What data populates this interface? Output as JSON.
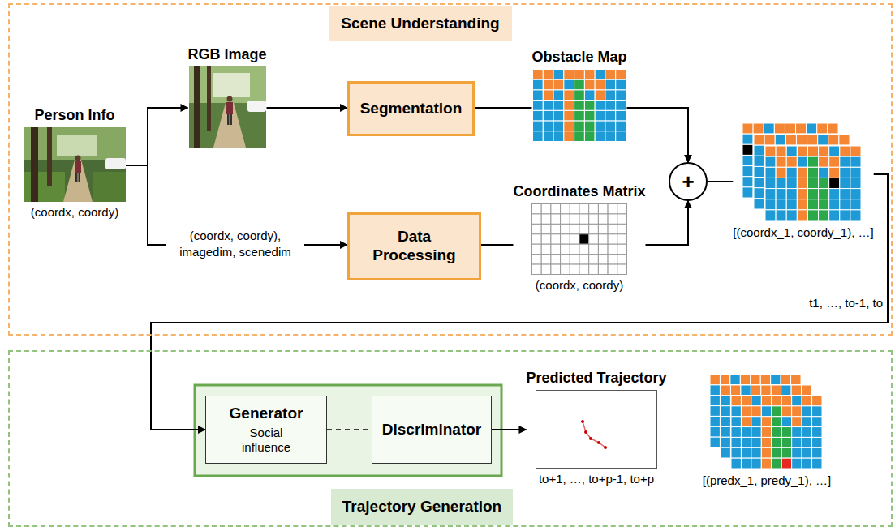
{
  "diagram": {
    "nodes": [
      {
        "text": [
          "Scene Understanding"
        ]
      },
      {
        "text": [
          "Person Info",
          "(coordx, coordy)"
        ],
        "in": 0
      },
      {
        "text": [
          "RGB Image"
        ],
        "in": 0
      },
      {
        "text": [
          "Segmentation"
        ],
        "in": 0
      },
      {
        "text": [
          "Obstacle Map"
        ],
        "in": 0
      },
      {
        "text": [
          "Data Processing"
        ],
        "in": 0
      },
      {
        "text": [
          "Coordinates Matrix",
          "(coordx, coordy)"
        ],
        "in": 0
      },
      {
        "text": [
          "+"
        ],
        "in": 0
      },
      {
        "text": [
          "[(coordx_1, coordy_1), …]"
        ],
        "in": 0
      },
      {
        "text": [
          "Trajectory Generation"
        ]
      },
      {
        "text": [
          "Generator",
          "Social influence"
        ],
        "in": 9
      },
      {
        "text": [
          "Discriminator"
        ],
        "in": 9
      },
      {
        "text": [
          "Predicted Trajectory",
          "to+1, …, to+p-1, to+p"
        ],
        "in": 9
      },
      {
        "text": [
          "[(predx_1, predy_1), …]"
        ],
        "in": 9
      }
    ],
    "edges": [
      {
        "from": 1,
        "to": 2,
        "arrow": "to"
      },
      {
        "from": 2,
        "to": 3,
        "arrow": "to"
      },
      {
        "from": 3,
        "to": 4,
        "arrow": "none"
      },
      {
        "from": 4,
        "to": 7,
        "arrow": "to"
      },
      {
        "from": 1,
        "to": 5,
        "label": "(coordx, coordy), imagedim, scenedim",
        "arrow": "to"
      },
      {
        "from": 5,
        "to": 6,
        "arrow": "none"
      },
      {
        "from": 6,
        "to": 7,
        "arrow": "to"
      },
      {
        "from": 7,
        "to": 8,
        "arrow": "none"
      },
      {
        "from": 8,
        "to": 10,
        "label": "t1, …, to-1, to",
        "arrow": "to"
      },
      {
        "from": 10,
        "to": 11,
        "arrow": "none"
      },
      {
        "from": 11,
        "to": 12,
        "arrow": "to"
      }
    ]
  }
}
